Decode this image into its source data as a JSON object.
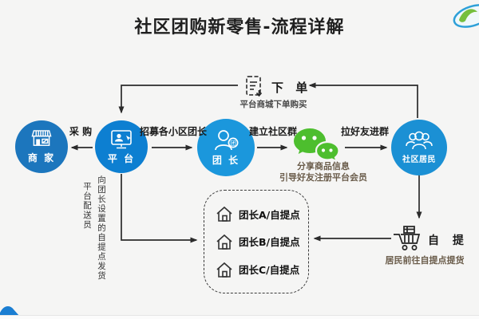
{
  "title": "社区团购新零售-流程详解",
  "nodes": {
    "merchant": {
      "label": "商 家",
      "color": "#1c76bd"
    },
    "platform": {
      "label": "平 台",
      "color": "#0d7fd1"
    },
    "leader": {
      "label": "团 长",
      "badge": "团",
      "color": "#1b97dc"
    },
    "residents": {
      "label": "社区居民",
      "color": "#1b90d4"
    }
  },
  "flows": {
    "purchase_label": "采 购",
    "recruit_label": "招募各小区团长",
    "build_group_label": "建立社区群",
    "invite_label": "拉好友进群"
  },
  "order": {
    "label": "下 单",
    "caption": "平台商城下单购买"
  },
  "wechat": {
    "caption_line1": "分享商品信息",
    "caption_line2": "引导好友注册平台会员",
    "bubble_color": "#4dbe2e"
  },
  "delivery": {
    "line1": "向团长设置的自提点发货",
    "line2": "平台配送员"
  },
  "pickup_points": {
    "items": [
      "团长A/自提点",
      "团长B/自提点",
      "团长C/自提点"
    ]
  },
  "self_pickup": {
    "label": "自 提",
    "caption": "居民前往自提点提货"
  },
  "colors": {
    "background": "#f5f5f4",
    "arrow": "#2b2b2b",
    "logo_blue": "#2ea0d8",
    "logo_green": "#76bf3e",
    "decor_blue": "#1b7ed2"
  }
}
